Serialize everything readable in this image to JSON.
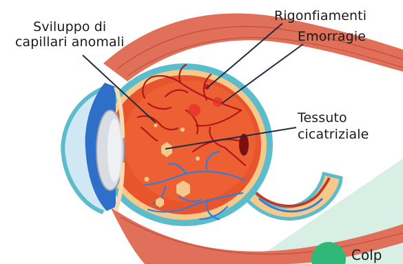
{
  "labels": {
    "sviluppo_line1": "Sviluppo di",
    "sviluppo_line2": "capillari anomali",
    "rigonfiamenti": "Rigonfiamenti",
    "emorragie": "Emorragie",
    "tessuto_line1": "Tessuto",
    "tessuto_line2": "cicatriziale"
  },
  "footer": {
    "badge_text": "Colp"
  },
  "colors": {
    "sclera_outer": "#5bbccb",
    "retina_fill": "#e8542c",
    "muscle": "#e0705a",
    "optic_nerve": "#f6c98a",
    "vessels_red": "#b3161a",
    "vessels_blue": "#2f7fd6",
    "iris": "#2e6fc9",
    "lens": "#d9dde3",
    "panel": "#d8efe6",
    "badge": "#2fb878"
  }
}
